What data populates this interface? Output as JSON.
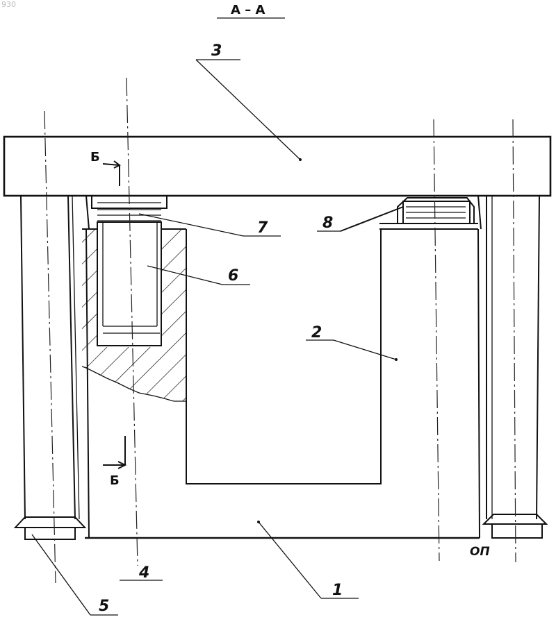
{
  "page_number": "930",
  "section_title": "A – A",
  "section_mark": "Б",
  "base_mark": "ОП",
  "callouts": {
    "c1": "1",
    "c2": "2",
    "c3": "3",
    "c4": "4",
    "c5": "5",
    "c6": "6",
    "c7": "7",
    "c8": "8"
  }
}
